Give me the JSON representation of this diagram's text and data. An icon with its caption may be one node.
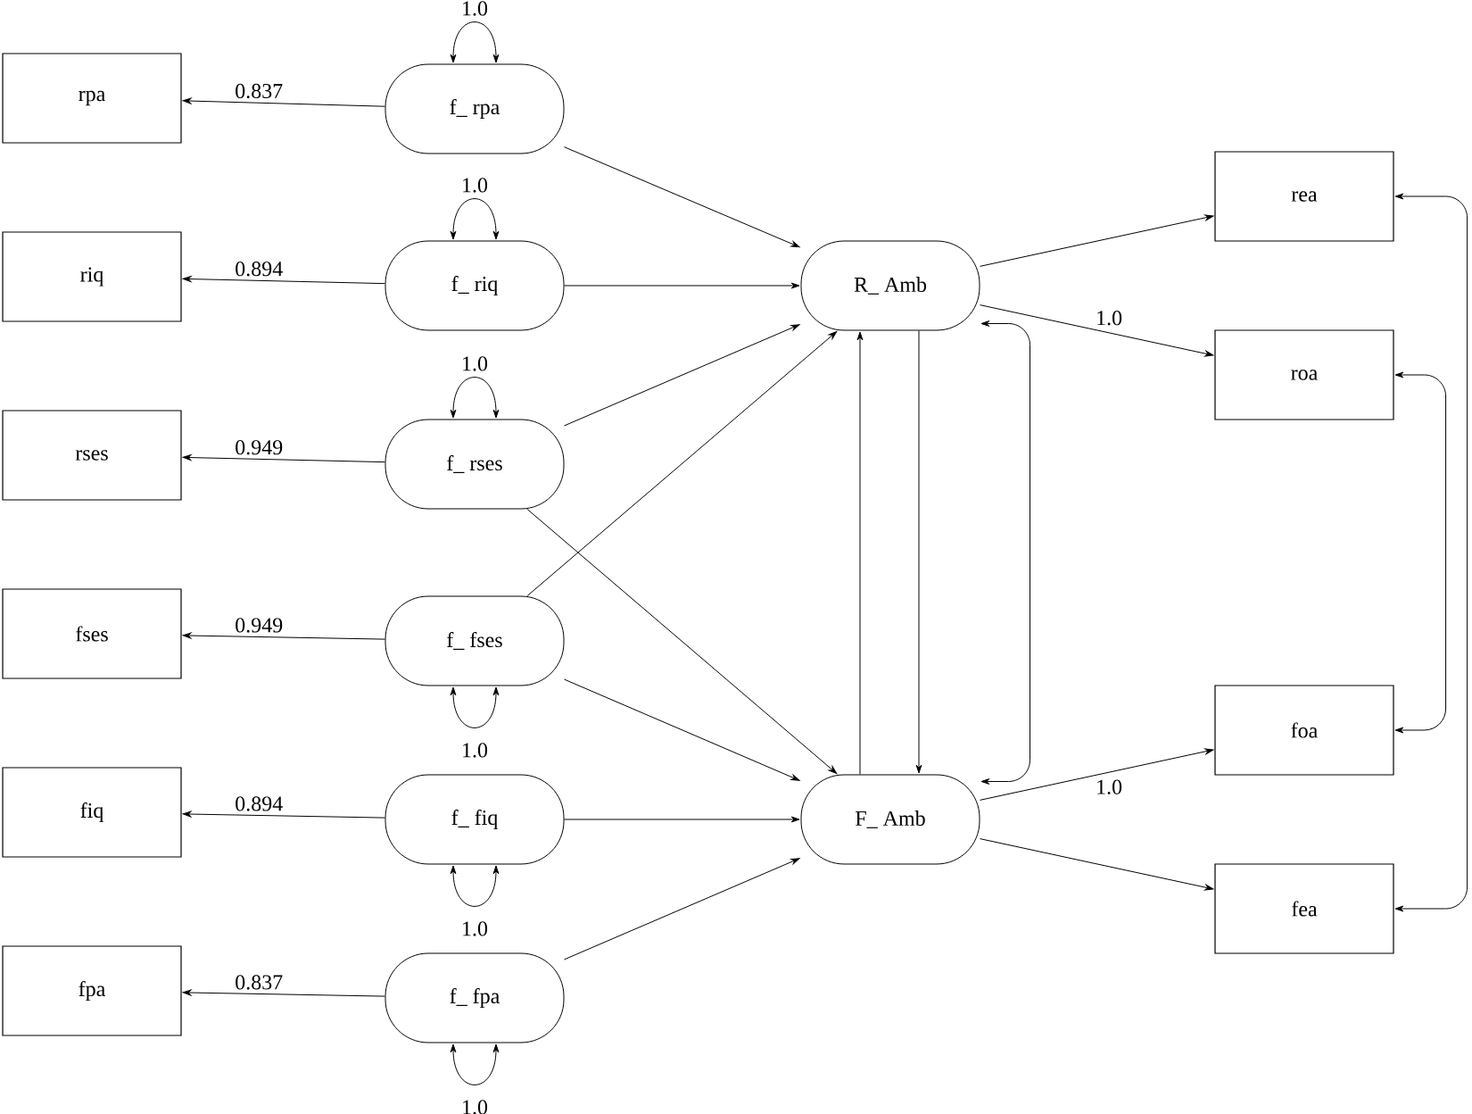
{
  "diagram": {
    "nodes": [
      {
        "text": [
          "rpa"
        ]
      },
      {
        "text": [
          "riq"
        ]
      },
      {
        "text": [
          "rses"
        ]
      },
      {
        "text": [
          "fses"
        ]
      },
      {
        "text": [
          "fiq"
        ]
      },
      {
        "text": [
          "fpa"
        ]
      },
      {
        "text": [
          "f_ rpa"
        ]
      },
      {
        "text": [
          "f_ riq"
        ]
      },
      {
        "text": [
          "f_ rses"
        ]
      },
      {
        "text": [
          "f_ fses"
        ]
      },
      {
        "text": [
          "f_ fiq"
        ]
      },
      {
        "text": [
          "f_ fpa"
        ]
      },
      {
        "text": [
          "R_ Amb"
        ]
      },
      {
        "text": [
          "F_ Amb"
        ]
      },
      {
        "text": [
          "rea"
        ]
      },
      {
        "text": [
          "roa"
        ]
      },
      {
        "text": [
          "foa"
        ]
      },
      {
        "text": [
          "fea"
        ]
      }
    ],
    "edges": [
      {
        "from": 6,
        "to": 0,
        "arrow": "to",
        "label": "0.837"
      },
      {
        "from": 7,
        "to": 1,
        "arrow": "to",
        "label": "0.894"
      },
      {
        "from": 8,
        "to": 2,
        "arrow": "to",
        "label": "0.949"
      },
      {
        "from": 9,
        "to": 3,
        "arrow": "to",
        "label": "0.949"
      },
      {
        "from": 10,
        "to": 4,
        "arrow": "to",
        "label": "0.894"
      },
      {
        "from": 11,
        "to": 5,
        "arrow": "to",
        "label": "0.837"
      },
      {
        "from": 6,
        "to": 6,
        "arrow": "both",
        "label": "1.0"
      },
      {
        "from": 7,
        "to": 7,
        "arrow": "both",
        "label": "1.0"
      },
      {
        "from": 8,
        "to": 8,
        "arrow": "both",
        "label": "1.0"
      },
      {
        "from": 9,
        "to": 9,
        "arrow": "both",
        "label": "1.0"
      },
      {
        "from": 10,
        "to": 10,
        "arrow": "both",
        "label": "1.0"
      },
      {
        "from": 11,
        "to": 11,
        "arrow": "both",
        "label": "1.0"
      },
      {
        "from": 6,
        "to": 12,
        "arrow": "to"
      },
      {
        "from": 7,
        "to": 12,
        "arrow": "to"
      },
      {
        "from": 8,
        "to": 12,
        "arrow": "to"
      },
      {
        "from": 9,
        "to": 12,
        "arrow": "to"
      },
      {
        "from": 8,
        "to": 13,
        "arrow": "to"
      },
      {
        "from": 9,
        "to": 13,
        "arrow": "to"
      },
      {
        "from": 10,
        "to": 13,
        "arrow": "to"
      },
      {
        "from": 11,
        "to": 13,
        "arrow": "to"
      },
      {
        "from": 13,
        "to": 12,
        "arrow": "to"
      },
      {
        "from": 12,
        "to": 13,
        "arrow": "to"
      },
      {
        "from": 12,
        "to": 13,
        "arrow": "both"
      },
      {
        "from": 12,
        "to": 14,
        "arrow": "to"
      },
      {
        "from": 12,
        "to": 15,
        "arrow": "to",
        "label": "1.0"
      },
      {
        "from": 13,
        "to": 16,
        "arrow": "to",
        "label": "1.0"
      },
      {
        "from": 13,
        "to": 17,
        "arrow": "to"
      },
      {
        "from": 14,
        "to": 17,
        "arrow": "both"
      },
      {
        "from": 15,
        "to": 16,
        "arrow": "both"
      }
    ]
  }
}
